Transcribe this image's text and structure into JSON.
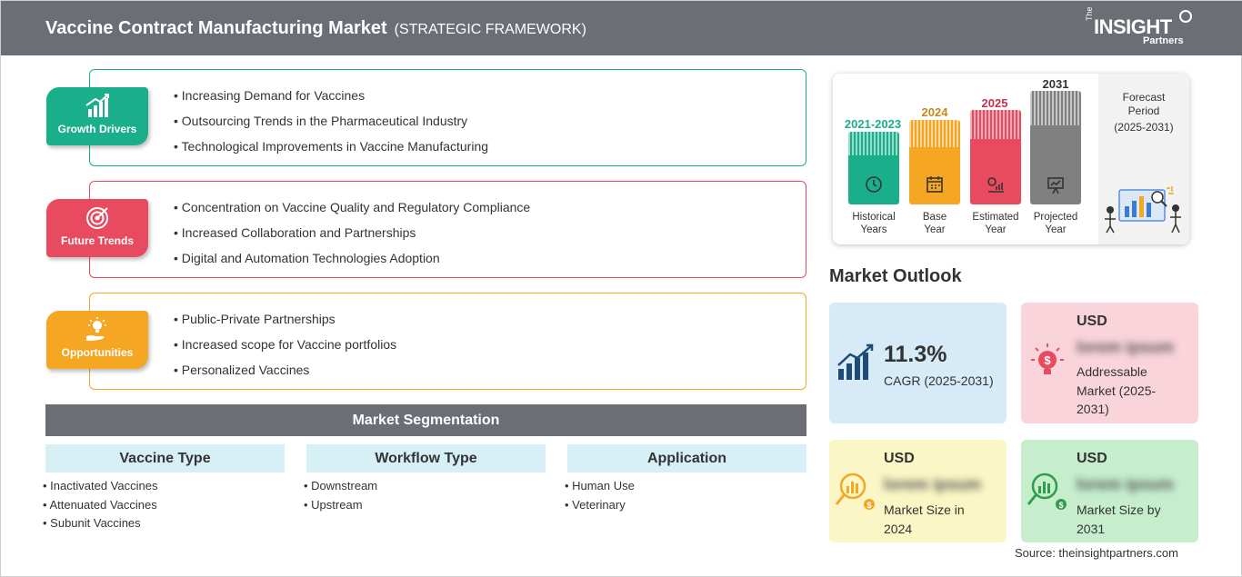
{
  "header": {
    "title": "Vaccine Contract Manufacturing Market",
    "subtitle": "(STRATEGIC FRAMEWORK)",
    "logo_the": "The",
    "logo_main": "INSIGHT",
    "logo_sub": "Partners"
  },
  "framework": [
    {
      "label": "Growth Drivers",
      "color": "#1aaf8b",
      "icon": "bar-chart-growth-icon",
      "items": [
        "Increasing Demand for Vaccines",
        "Outsourcing Trends in the Pharmaceutical Industry",
        "Technological Improvements in Vaccine Manufacturing"
      ]
    },
    {
      "label": "Future Trends",
      "color": "#e84a5f",
      "icon": "target-icon",
      "items": [
        "Concentration on Vaccine Quality and Regulatory Compliance",
        "Increased Collaboration and Partnerships",
        "Digital and Automation Technologies Adoption"
      ]
    },
    {
      "label": "Opportunities",
      "color": "#f5a623",
      "icon": "lightbulb-hand-icon",
      "items": [
        "Public-Private Partnerships",
        "Increased scope for Vaccine portfolios",
        "Personalized Vaccines"
      ]
    }
  ],
  "segmentation": {
    "title": "Market Segmentation",
    "columns": [
      {
        "title": "Vaccine Type",
        "items": [
          "Inactivated Vaccines",
          "Attenuated Vaccines",
          "Subunit Vaccines"
        ]
      },
      {
        "title": "Workflow Type",
        "items": [
          "Downstream",
          "Upstream"
        ]
      },
      {
        "title": "Application",
        "items": [
          "Human Use",
          "Veterinary"
        ]
      }
    ]
  },
  "timeline": {
    "bars": [
      {
        "year": "2021-2023",
        "caption_line1": "Historical",
        "caption_line2": "Years",
        "color": "#1aaf8b",
        "icon": "history-icon"
      },
      {
        "year": "2024",
        "caption_line1": "Base",
        "caption_line2": "Year",
        "color": "#f5a623",
        "icon": "calendar-icon"
      },
      {
        "year": "2025",
        "caption_line1": "Estimated",
        "caption_line2": "Year",
        "color": "#e84a5f",
        "icon": "gears-chart-icon"
      },
      {
        "year": "2031",
        "caption_line1": "Projected",
        "caption_line2": "Year",
        "color": "#808080",
        "icon": "presentation-icon"
      }
    ],
    "forecast_line1": "Forecast",
    "forecast_line2": "Period",
    "forecast_line3": "(2025-2031)"
  },
  "outlook": {
    "title": "Market Outlook",
    "cagr_value": "11.3%",
    "cagr_label": "CAGR (2025-2031)",
    "addressable_usd": "USD",
    "addressable_blur": "lorem ipsum",
    "addressable_line1": "Addressable",
    "addressable_line2": "Market (2025-",
    "addressable_line3": "2031)",
    "size2024_usd": "USD",
    "size2024_blur": "lorem ipsum",
    "size2024_line1": "Market Size in",
    "size2024_line2": "2024",
    "size2031_usd": "USD",
    "size2031_blur": "lorem ipsum",
    "size2031_line1": "Market Size by",
    "size2031_line2": "2031"
  },
  "source": "Source: theinsightpartners.com"
}
